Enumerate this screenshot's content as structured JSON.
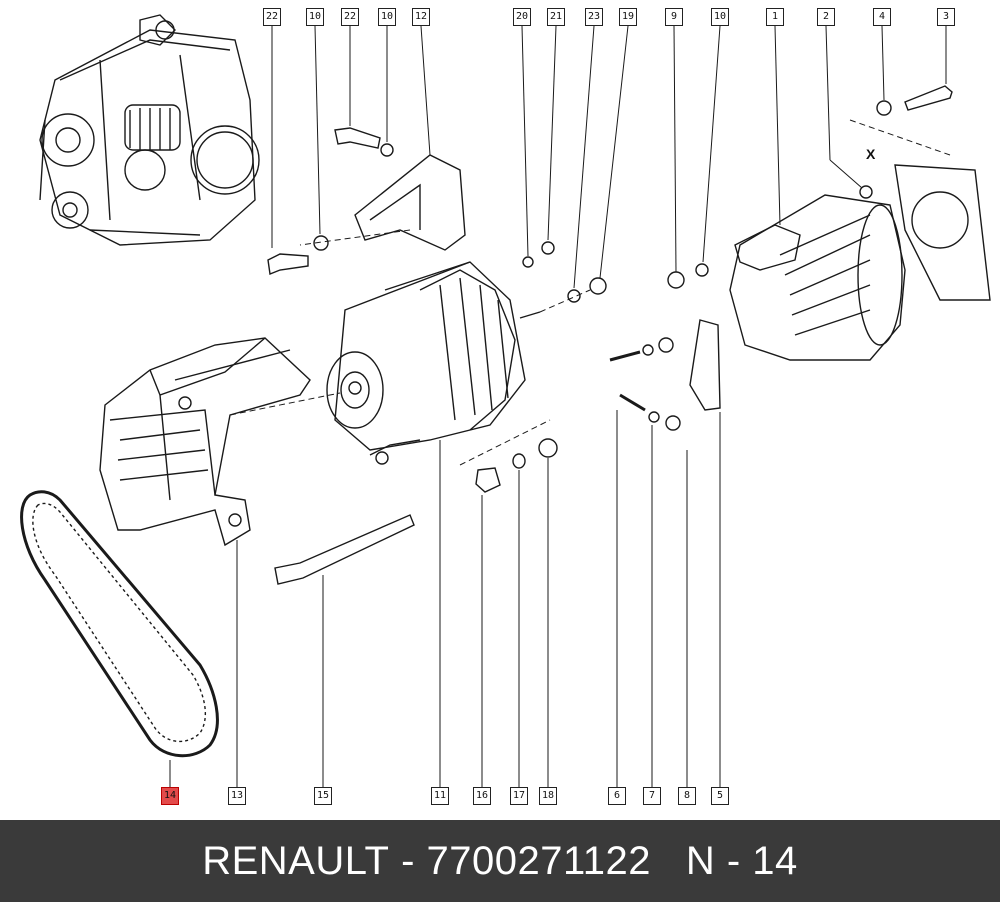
{
  "callouts": {
    "c22a": "22",
    "c10a": "10",
    "c22b": "22",
    "c10b": "10",
    "c12": "12",
    "c20": "20",
    "c21": "21",
    "c23": "23",
    "c19": "19",
    "c9": "9",
    "c10c": "10",
    "c1": "1",
    "c2": "2",
    "c4": "4",
    "c3": "3",
    "c14": "14",
    "c13": "13",
    "c15": "15",
    "c11": "11",
    "c16": "16",
    "c17": "17",
    "c18": "18",
    "c6": "6",
    "c7": "7",
    "c8": "8",
    "c5": "5"
  },
  "highlighted_part": "14",
  "highlight_color": "#e34b4b",
  "view_marker": "X",
  "footer": {
    "brand": "RENAULT",
    "separator": " - ",
    "part_number": "7700271122",
    "position_label": "N - 14"
  },
  "footer_color": "#3a3a3a"
}
